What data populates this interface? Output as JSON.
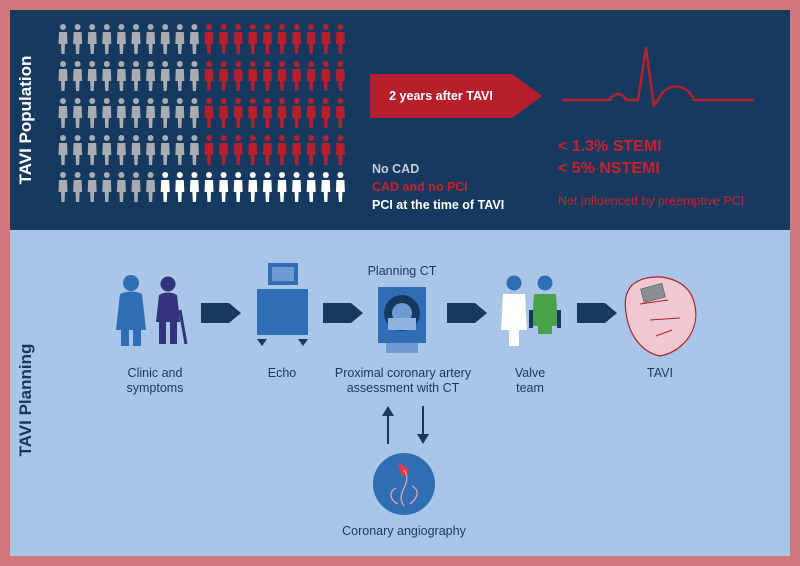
{
  "population": {
    "title": "TAVI Population",
    "legend": {
      "no_cad": "No CAD",
      "cad_no_pci": "CAD and no PCI",
      "pci": "PCI at the time of TAVI"
    },
    "banner_label": "2 years after TAVI",
    "stats": {
      "stemi": "< 1.3% STEMI",
      "nstemi": "< 5% NSTEMI",
      "note": "Not influenced by preemptive PCI"
    },
    "colors": {
      "no_cad": "#a9acb1",
      "cad_no_pci": "#b61f2b",
      "pci": "#ffffff",
      "panel": "#163a5f"
    },
    "icons": [
      "person-icon",
      "ecg-trace-icon"
    ]
  },
  "planning": {
    "title": "TAVI Planning",
    "steps": {
      "clinic": "Clinic and\nsymptoms",
      "echo": "Echo",
      "ct_heading": "Planning CT",
      "ct": "Proximal coronary artery\nassessment with CT",
      "valve_team": "Valve\nteam",
      "tavi": "TAVI",
      "angiography": "Coronary angiography"
    },
    "icons": [
      "patients-icon",
      "echo-machine-icon",
      "ct-scanner-icon",
      "valve-team-icon",
      "heart-icon",
      "angiography-icon"
    ]
  }
}
